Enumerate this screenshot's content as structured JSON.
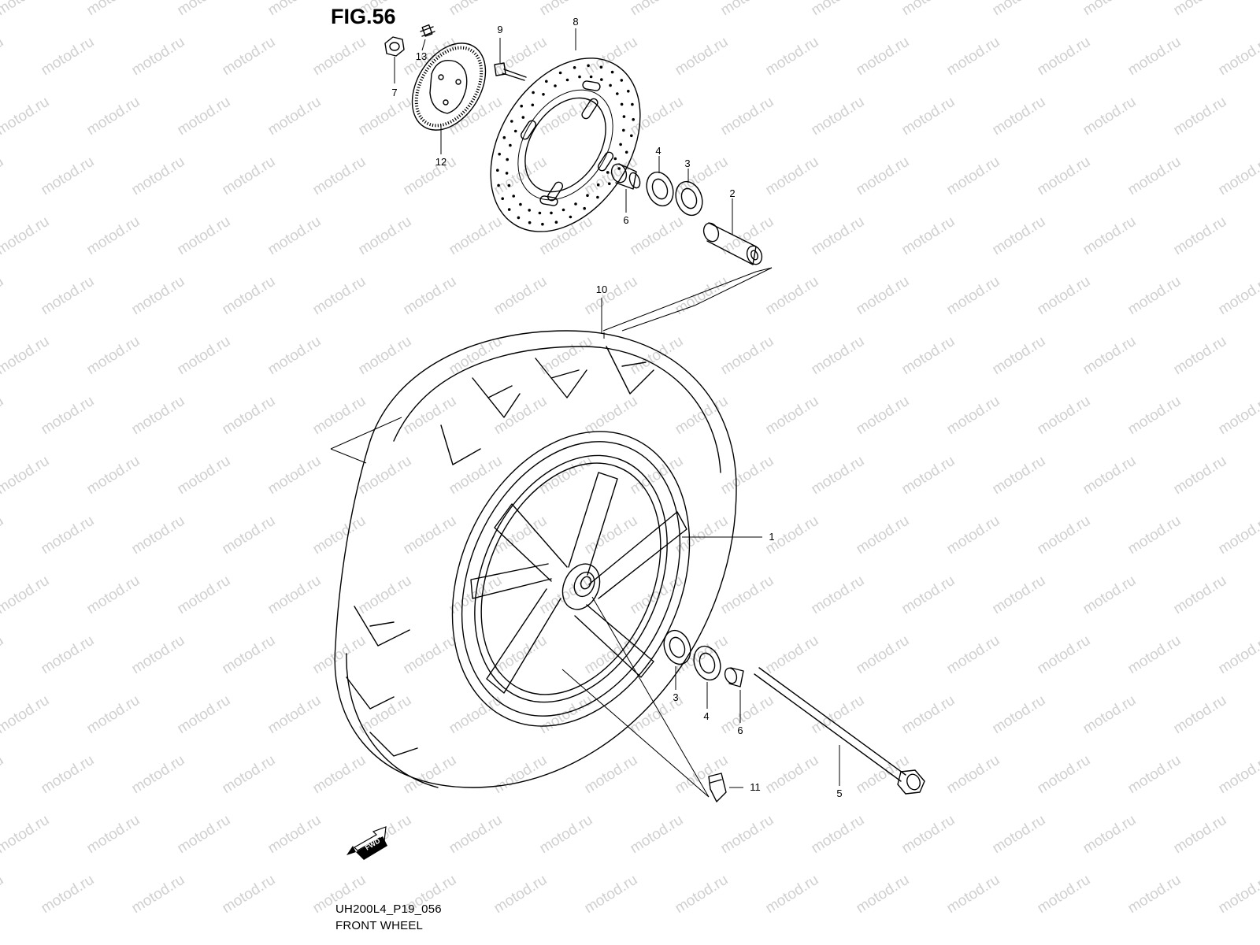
{
  "figure": {
    "title": "FIG.56",
    "code": "UH200L4_P19_056",
    "caption": "FRONT WHEEL"
  },
  "watermark": "motod.ru",
  "fwd_label": "FWD",
  "callouts": [
    {
      "id": "1",
      "label": "1"
    },
    {
      "id": "2",
      "label": "2"
    },
    {
      "id": "3a",
      "label": "3"
    },
    {
      "id": "3b",
      "label": "3"
    },
    {
      "id": "4a",
      "label": "4"
    },
    {
      "id": "4b",
      "label": "4"
    },
    {
      "id": "5",
      "label": "5"
    },
    {
      "id": "6a",
      "label": "6"
    },
    {
      "id": "6b",
      "label": "6"
    },
    {
      "id": "7",
      "label": "7"
    },
    {
      "id": "8",
      "label": "8"
    },
    {
      "id": "9",
      "label": "9"
    },
    {
      "id": "10",
      "label": "10"
    },
    {
      "id": "11",
      "label": "11"
    },
    {
      "id": "12",
      "label": "12"
    },
    {
      "id": "13",
      "label": "13"
    }
  ],
  "colors": {
    "line": "#000000",
    "watermark": "#d0d0d0",
    "background": "#ffffff"
  }
}
